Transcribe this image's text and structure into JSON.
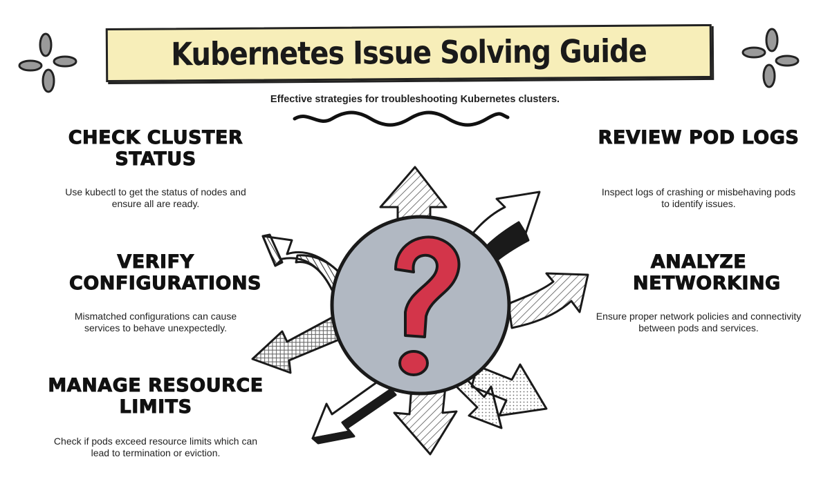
{
  "title": "Kubernetes Issue Solving Guide",
  "subtitle": "Effective strategies for troubleshooting Kubernetes clusters.",
  "sections": [
    {
      "heading": "Check Cluster Status",
      "text": "Use kubectl to get the status of nodes and ensure all are ready."
    },
    {
      "heading": "Verify Configurations",
      "text": "Mismatched configurations can cause services to behave unexpectedly."
    },
    {
      "heading": "Manage Resource Limits",
      "text": "Check if pods exceed resource limits which can lead to termination or eviction."
    },
    {
      "heading": "Review Pod Logs",
      "text": "Inspect logs of crashing or misbehaving pods to identify issues."
    },
    {
      "heading": "Analyze Networking",
      "text": "Ensure proper network policies and connectivity between pods and services."
    }
  ],
  "center": {
    "symbol": "?",
    "circle_color": "#b1b8c2",
    "symbol_color": "#d3354a"
  },
  "colors": {
    "banner": "#f7eeb9",
    "ink": "#1f1f1f",
    "deco": "#9a9a9a"
  },
  "icons": [
    "sparkle-icon",
    "question-mark-icon",
    "arrow-icon"
  ]
}
